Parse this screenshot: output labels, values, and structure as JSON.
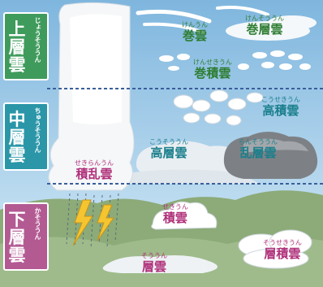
{
  "tiers": [
    {
      "id": "upper",
      "label": "上層雲",
      "reading": "じょうそううん",
      "color": "#3f9b5c"
    },
    {
      "id": "middle",
      "label": "中層雲",
      "reading": "ちゅうそううん",
      "color": "#2a96a8"
    },
    {
      "id": "lower",
      "label": "下層雲",
      "reading": "かそううん",
      "color": "#b35a93"
    }
  ],
  "clouds": [
    {
      "id": "kenun",
      "name": "巻雲",
      "reading": "けんうん",
      "tone": "green"
    },
    {
      "id": "kensoun",
      "name": "巻層雲",
      "reading": "けんそううん",
      "tone": "green"
    },
    {
      "id": "kensekiun",
      "name": "巻積雲",
      "reading": "けんせきうん",
      "tone": "green"
    },
    {
      "id": "kousekiun",
      "name": "高積雲",
      "reading": "こうせきうん",
      "tone": "teal"
    },
    {
      "id": "kousoun",
      "name": "高層雲",
      "reading": "こうそううん",
      "tone": "teal"
    },
    {
      "id": "ransoun",
      "name": "乱層雲",
      "reading": "らんそううん",
      "tone": "teal"
    },
    {
      "id": "sekiranun",
      "name": "積乱雲",
      "reading": "せきらんうん",
      "tone": "pink"
    },
    {
      "id": "sekiun",
      "name": "積雲",
      "reading": "せきうん",
      "tone": "pink"
    },
    {
      "id": "soun",
      "name": "層雲",
      "reading": "そううん",
      "tone": "pink"
    },
    {
      "id": "sousekiun",
      "name": "層積雲",
      "reading": "そうせきうん",
      "tone": "pink"
    }
  ],
  "colors": {
    "sky_top": "#7fb6de",
    "sky_bottom": "#cfe7f5",
    "hills": "#8cab78",
    "hills_dark": "#6f8f60",
    "divider": "#3a5f9a",
    "lightning": "#f5c531"
  },
  "icons": [
    "lightning-icon",
    "rain-icon"
  ]
}
